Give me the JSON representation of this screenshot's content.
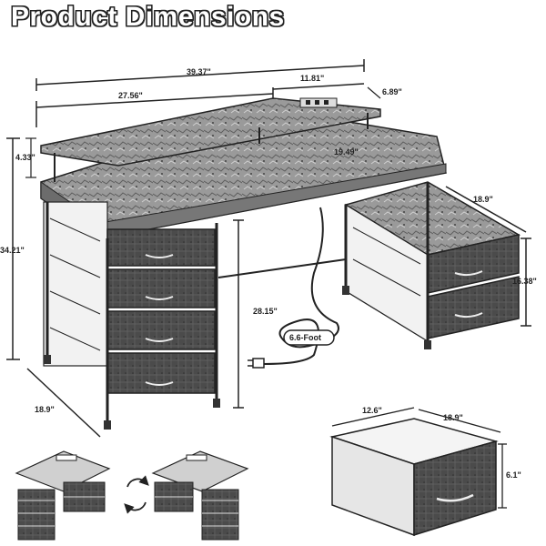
{
  "title": "Product Dimensions",
  "dimensions": {
    "total_width": "39.37\"",
    "desk_width": "27.56\"",
    "shelf_width": "11.81\"",
    "shelf_depth": "6.89\"",
    "shelf_height": "4.33\"",
    "inner_width": "19.49\"",
    "total_height": "34.21\"",
    "leg_clearance": "28.15\"",
    "depth_left": "18.9\"",
    "cabinet_depth": "18.9\"",
    "cabinet_height": "16.38\"",
    "cable_length": "6.6-Foot",
    "drawer_width": "12.6\"",
    "drawer_depth": "18.9\"",
    "drawer_height": "6.1\""
  },
  "colors": {
    "outline": "#222222",
    "wood": "#8a8a8a",
    "drawer": "#4a4a4a",
    "frame": "#e8e8e8"
  },
  "icons": {
    "swap": "swap-arrows-icon",
    "plug": "power-plug-icon"
  }
}
